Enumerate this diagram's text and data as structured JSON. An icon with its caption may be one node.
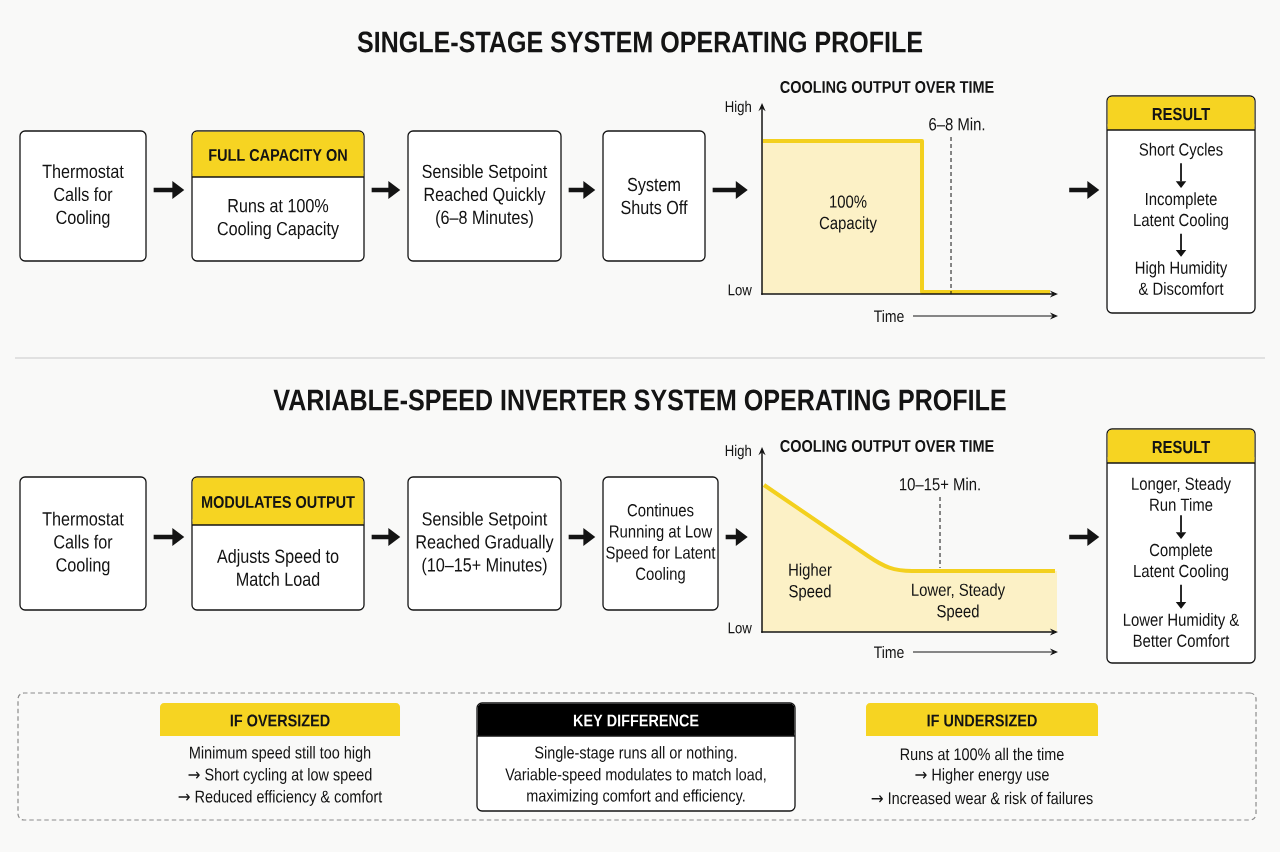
{
  "diagram": {
    "nodes": [
      {
        "text": [
          "Thermostat Calls for Cooling"
        ]
      },
      {
        "text": [
          "FULL CAPACITY ON",
          "Runs at 100% Cooling Capacity"
        ]
      },
      {
        "text": [
          "Sensible Setpoint Reached Quickly (6–8 Minutes)"
        ]
      },
      {
        "text": [
          "System Shuts Off"
        ]
      },
      {
        "text": [
          "COOLING OUTPUT OVER TIME",
          "High",
          "6–8 Min.",
          "100% Capacity",
          "Low",
          "Time"
        ]
      },
      {
        "text": [
          "RESULT"
        ]
      },
      {
        "text": [
          "Short Cycles"
        ],
        "in": 5
      },
      {
        "text": [
          "Incomplete Latent Cooling"
        ],
        "in": 5
      },
      {
        "text": [
          "High Humidity & Discomfort"
        ],
        "in": 5
      },
      {
        "text": [
          "Thermostat Calls for Cooling"
        ]
      },
      {
        "text": [
          "MODULATES OUTPUT",
          "Adjusts Speed to Match Load"
        ]
      },
      {
        "text": [
          "Sensible Setpoint Reached Gradually (10–15+ Minutes)"
        ]
      },
      {
        "text": [
          "Continues Running at Low Speed for Latent Cooling"
        ]
      },
      {
        "text": [
          "High",
          "COOLING OUTPUT OVER TIME",
          "10–15+ Min.",
          "Higher Speed",
          "Lower, Steady Speed",
          "Low",
          "Time"
        ]
      },
      {
        "text": [
          "RESULT"
        ]
      },
      {
        "text": [
          "Longer, Steady Run Time"
        ],
        "in": 14
      },
      {
        "text": [
          "Complete Latent Cooling"
        ],
        "in": 14
      },
      {
        "text": [
          "Lower Humidity & Better Comfort"
        ],
        "in": 14
      },
      {
        "text": [],
        "shape": "box"
      },
      {
        "text": [
          "IF OVERSIZED",
          "Minimum speed still too high",
          "→ Short cycling at low speed",
          "→ Reduced efficiency & comfort"
        ],
        "in": 18
      },
      {
        "text": [
          "KEY DIFFERENCE",
          "Single-stage runs all or nothing.",
          "Variable-speed modulates to match load, maximizing comfort and efficiency."
        ],
        "in": 18
      },
      {
        "text": [
          "IF UNDERSIZED",
          "Runs at 100% all the time",
          "→ Higher energy use",
          "→ Increased wear & risk of failures"
        ],
        "in": 18
      }
    ],
    "edges": [
      {
        "from": 0,
        "to": 1,
        "arrow": "to"
      },
      {
        "from": 1,
        "to": 2,
        "arrow": "to"
      },
      {
        "from": 2,
        "to": 3,
        "arrow": "to"
      },
      {
        "from": 3,
        "to": 4,
        "arrow": "to"
      },
      {
        "from": 4,
        "to": 5,
        "arrow": "to"
      },
      {
        "from": 6,
        "to": 7,
        "arrow": "to"
      },
      {
        "from": 7,
        "to": 8,
        "arrow": "to"
      },
      {
        "from": 9,
        "to": 10,
        "arrow": "to"
      },
      {
        "from": 10,
        "to": 11,
        "arrow": "to"
      },
      {
        "from": 11,
        "to": 12,
        "arrow": "to"
      },
      {
        "from": 12,
        "to": 13,
        "arrow": "to"
      },
      {
        "from": 13,
        "to": 14,
        "arrow": "to"
      },
      {
        "from": 15,
        "to": 16,
        "arrow": "to"
      },
      {
        "from": 16,
        "to": 17,
        "arrow": "to"
      }
    ],
    "labels": [
      "SINGLE-STAGE SYSTEM OPERATING PROFILE",
      "VARIABLE-SPEED INVERTER SYSTEM OPERATING PROFILE"
    ]
  }
}
